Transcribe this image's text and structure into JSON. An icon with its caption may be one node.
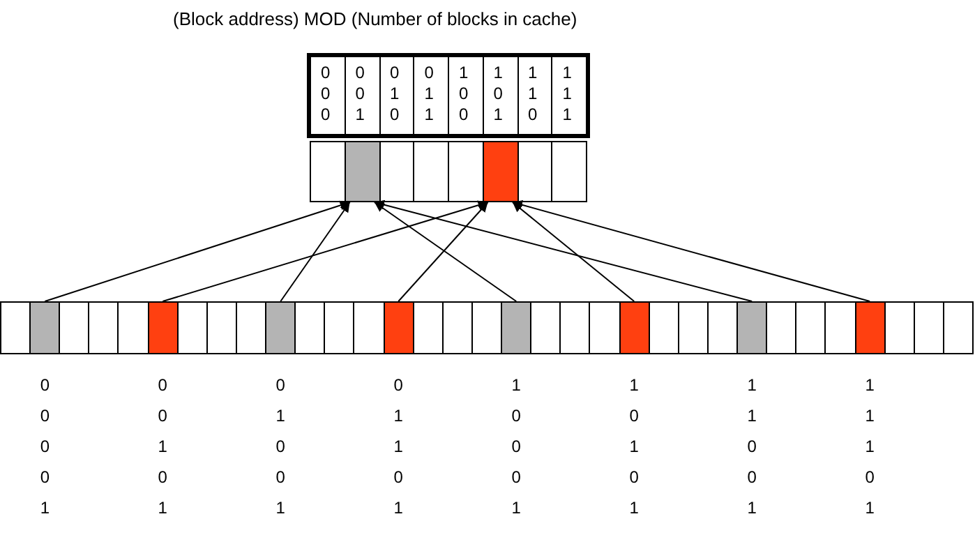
{
  "diagram": {
    "title": "(Block address) MOD (Number of blocks in cache)",
    "nodes": [
      {
        "text": [
          "0 0 0"
        ]
      },
      {
        "text": [
          "0 0 1"
        ]
      },
      {
        "text": [
          "0 1 0"
        ]
      },
      {
        "text": [
          "0 1 1"
        ]
      },
      {
        "text": [
          "1 0 0"
        ]
      },
      {
        "text": [
          "1 0 1"
        ]
      },
      {
        "text": [
          "1 1 0"
        ]
      },
      {
        "text": [
          "1 1 1"
        ]
      },
      {
        "text": [],
        "shape": "box"
      },
      {
        "text": [],
        "shape": "box"
      },
      {
        "text": [],
        "shape": "box"
      },
      {
        "text": [],
        "shape": "box"
      },
      {
        "text": [],
        "shape": "box"
      },
      {
        "text": [],
        "shape": "box"
      },
      {
        "text": [],
        "shape": "box"
      },
      {
        "text": [],
        "shape": "box"
      },
      {
        "text": [],
        "shape": "box"
      },
      {
        "text": [],
        "shape": "box",
        "beside": [
          "0 0 0 0 1"
        ]
      },
      {
        "text": [],
        "shape": "box"
      },
      {
        "text": [],
        "shape": "box"
      },
      {
        "text": [],
        "shape": "box"
      },
      {
        "text": [],
        "shape": "box",
        "beside": [
          "0 0 1 0 1"
        ]
      },
      {
        "text": [],
        "shape": "box"
      },
      {
        "text": [],
        "shape": "box"
      },
      {
        "text": [],
        "shape": "box"
      },
      {
        "text": [],
        "shape": "box",
        "beside": [
          "0 1 0 0 1"
        ]
      },
      {
        "text": [],
        "shape": "box"
      },
      {
        "text": [],
        "shape": "box"
      },
      {
        "text": [],
        "shape": "box"
      },
      {
        "text": [],
        "shape": "box",
        "beside": [
          "0 1 1 0 1"
        ]
      },
      {
        "text": [],
        "shape": "box"
      },
      {
        "text": [],
        "shape": "box"
      },
      {
        "text": [],
        "shape": "box"
      },
      {
        "text": [],
        "shape": "box",
        "beside": [
          "1 0 0 0 1"
        ]
      },
      {
        "text": [],
        "shape": "box"
      },
      {
        "text": [],
        "shape": "box"
      },
      {
        "text": [],
        "shape": "box"
      },
      {
        "text": [],
        "shape": "box",
        "beside": [
          "1 0 1 0 1"
        ]
      },
      {
        "text": [],
        "shape": "box"
      },
      {
        "text": [],
        "shape": "box"
      },
      {
        "text": [],
        "shape": "box"
      },
      {
        "text": [],
        "shape": "box",
        "beside": [
          "1 1 0 0 1"
        ]
      },
      {
        "text": [],
        "shape": "box"
      },
      {
        "text": [],
        "shape": "box"
      },
      {
        "text": [],
        "shape": "box"
      },
      {
        "text": [],
        "shape": "box",
        "beside": [
          "1 1 1 0 1"
        ]
      },
      {
        "text": [],
        "shape": "box"
      },
      {
        "text": [],
        "shape": "box"
      },
      {
        "text": [],
        "shape": "box"
      }
    ],
    "edges": [
      {
        "from": 17,
        "to": 9,
        "arrow": "to"
      },
      {
        "from": 21,
        "to": 13,
        "arrow": "to"
      },
      {
        "from": 25,
        "to": 9,
        "arrow": "to"
      },
      {
        "from": 29,
        "to": 13,
        "arrow": "to"
      },
      {
        "from": 33,
        "to": 9,
        "arrow": "to"
      },
      {
        "from": 37,
        "to": 13,
        "arrow": "to"
      },
      {
        "from": 41,
        "to": 9,
        "arrow": "to"
      },
      {
        "from": 45,
        "to": 13,
        "arrow": "to"
      }
    ]
  }
}
